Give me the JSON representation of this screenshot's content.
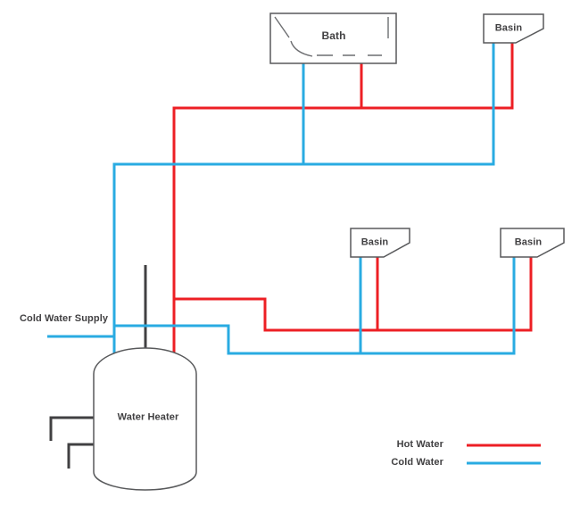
{
  "diagram": {
    "fixtures": {
      "bath_label": "Bath",
      "basin_top_right_label": "Basin",
      "basin_mid_left_label": "Basin",
      "basin_mid_right_label": "Basin",
      "water_heater_label": "Water Heater"
    },
    "annotations": {
      "cold_water_supply_label": "Cold Water Supply"
    },
    "legend": {
      "hot_label": "Hot Water",
      "cold_label": "Cold Water"
    },
    "colors": {
      "hot_water": "#ed1f24",
      "cold_water": "#29abe2",
      "black_pipe": "#414042",
      "fixture_outline": "#58595b",
      "text": "#414042",
      "background": "#ffffff"
    }
  }
}
